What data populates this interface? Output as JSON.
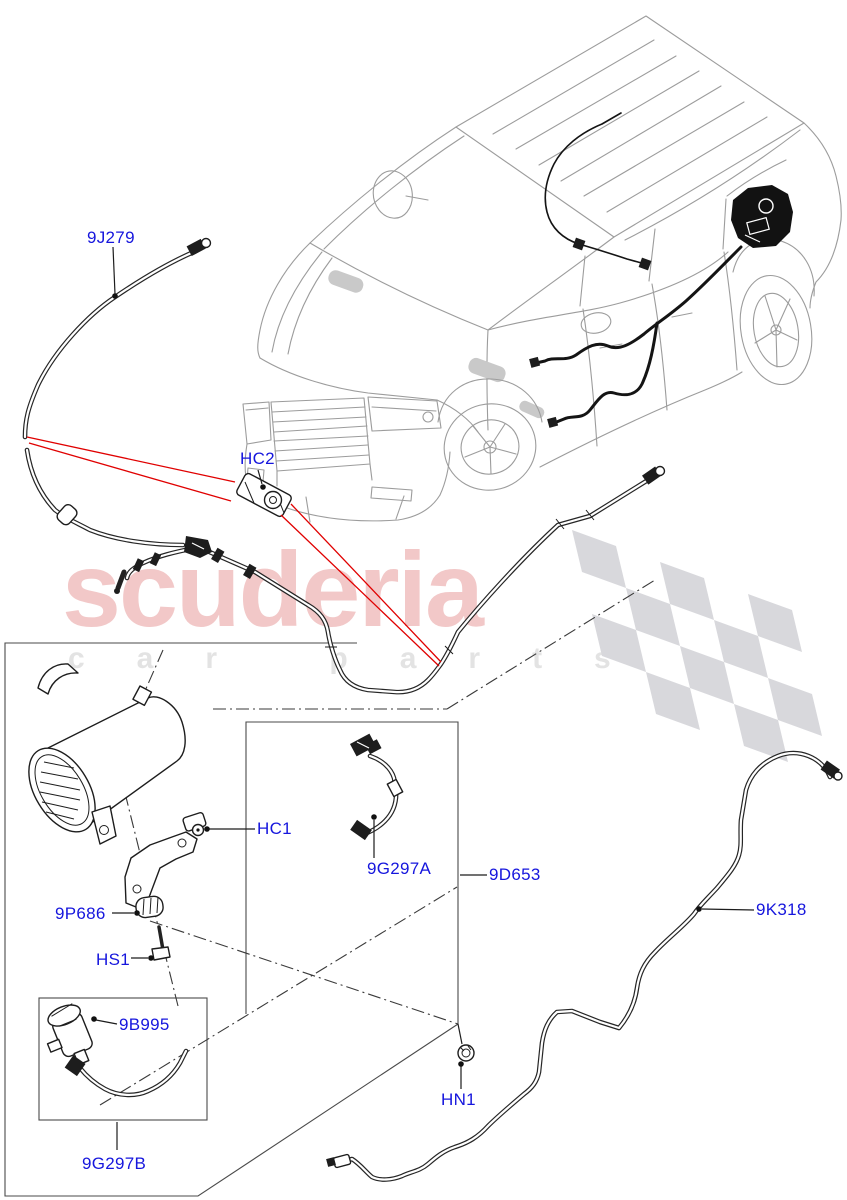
{
  "watermark": {
    "brand": "scuderia",
    "tagline": "car parts"
  },
  "labels": [
    {
      "id": "9J279"
    },
    {
      "id": "HC2"
    },
    {
      "id": "HC1"
    },
    {
      "id": "9G297A"
    },
    {
      "id": "9D653"
    },
    {
      "id": "9P686"
    },
    {
      "id": "HS1"
    },
    {
      "id": "9B995"
    },
    {
      "id": "9G297B"
    },
    {
      "id": "HN1"
    },
    {
      "id": "9K318"
    }
  ],
  "colors": {
    "label_blue": "#1616dd",
    "leader_red": "#e00000",
    "watermark_pink": "#f2c8c8",
    "watermark_gray": "#e3e3e3",
    "flag_gray": "#d8d8dc"
  }
}
